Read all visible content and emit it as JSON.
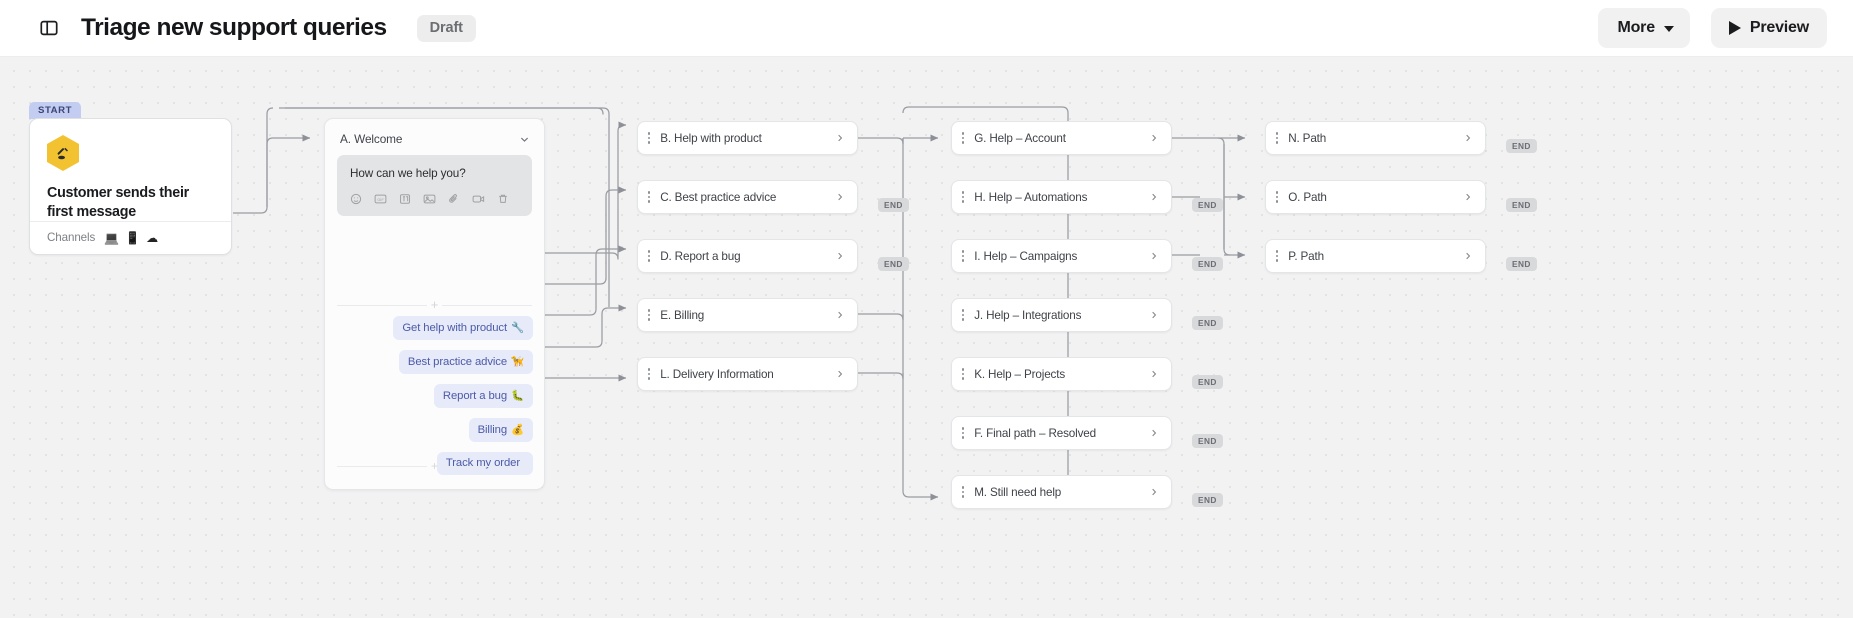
{
  "header": {
    "panel_icon": "panel-left-icon",
    "title": "Triage new support queries",
    "status_badge": "Draft",
    "more_label": "More",
    "preview_label": "Preview"
  },
  "start_node": {
    "badge": "START",
    "icon": "megaphone-hex-icon",
    "title": "Customer sends their first message",
    "channels_label": "Channels",
    "channel_icons": [
      "💻",
      "📱",
      "☁"
    ]
  },
  "welcome_card": {
    "title": "A. Welcome",
    "collapse_icon": "chevron-down-icon",
    "message": "How can we help you?",
    "toolbar_icons": [
      "emoji-icon",
      "gif-icon",
      "format-text-icon",
      "image-icon",
      "attachment-icon",
      "video-icon",
      "delete-icon"
    ],
    "divider_icon": "plus-icon",
    "chips": [
      {
        "label": "Get help with product",
        "emoji": "🔧"
      },
      {
        "label": "Best practice advice",
        "emoji": "🦮"
      },
      {
        "label": "Report a bug",
        "emoji": "🐛"
      },
      {
        "label": "Billing",
        "emoji": "💰"
      },
      {
        "label": "Track my order",
        "emoji": ""
      }
    ],
    "footer_icon": "plus-icon"
  },
  "columns": {
    "col2": [
      {
        "id": "B",
        "label": "B. Help with product"
      },
      {
        "id": "C",
        "label": "C. Best practice advice"
      },
      {
        "id": "D",
        "label": "D. Report a bug"
      },
      {
        "id": "E",
        "label": "E. Billing"
      },
      {
        "id": "L",
        "label": "L. Delivery Information"
      }
    ],
    "col3": [
      {
        "id": "G",
        "label": "G. Help – Account"
      },
      {
        "id": "H",
        "label": "H. Help – Automations"
      },
      {
        "id": "I",
        "label": "I. Help – Campaigns"
      },
      {
        "id": "J",
        "label": "J. Help – Integrations"
      },
      {
        "id": "K",
        "label": "K. Help – Projects"
      },
      {
        "id": "F",
        "label": "F. Final path – Resolved"
      },
      {
        "id": "M",
        "label": "M. Still need help"
      }
    ],
    "col4": [
      {
        "id": "N",
        "label": "N. Path"
      },
      {
        "id": "O",
        "label": "O. Path"
      },
      {
        "id": "P",
        "label": "P. Path"
      }
    ]
  },
  "end_badges": [
    {
      "id": "end-c",
      "label": "END"
    },
    {
      "id": "end-d",
      "label": "END"
    },
    {
      "id": "end-h",
      "label": "END"
    },
    {
      "id": "end-i",
      "label": "END"
    },
    {
      "id": "end-j",
      "label": "END"
    },
    {
      "id": "end-k",
      "label": "END"
    },
    {
      "id": "end-f",
      "label": "END"
    },
    {
      "id": "end-m",
      "label": "END"
    },
    {
      "id": "end-n",
      "label": "END"
    },
    {
      "id": "end-o",
      "label": "END"
    },
    {
      "id": "end-p",
      "label": "END"
    }
  ],
  "colors": {
    "canvas": "#f2f2f3",
    "node_border": "#e4e5e7",
    "start_badge": "#c3cdf2",
    "hex_icon": "#f2c230",
    "chip_bg": "#e7eaf9",
    "chip_text": "#4b5ba8",
    "edge": "#9a9da2",
    "end_pill": "#d8d9db"
  }
}
